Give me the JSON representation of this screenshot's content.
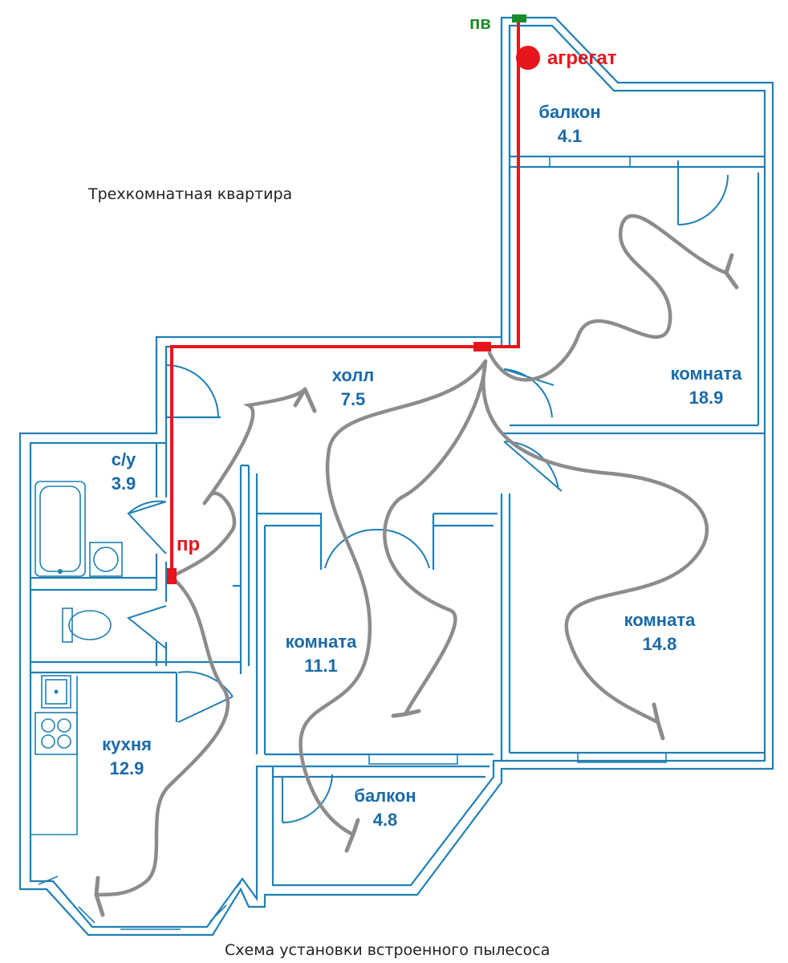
{
  "diagram": {
    "caption_top": "Трехкомнатная квартира",
    "caption_bottom": "Схема установки встроенного пылесоса",
    "markers": {
      "pv": "пв",
      "unit": "агрегат",
      "pr": "пр"
    },
    "rooms": {
      "balcony_top": {
        "name": "балкон",
        "area": "4.1"
      },
      "room_18": {
        "name": "комната",
        "area": "18.9"
      },
      "hall": {
        "name": "холл",
        "area": "7.5"
      },
      "bath": {
        "name": "с/у",
        "area": "3.9"
      },
      "room_11": {
        "name": "комната",
        "area": "11.1"
      },
      "room_14": {
        "name": "комната",
        "area": "14.8"
      },
      "kitchen": {
        "name": "кухня",
        "area": "12.9"
      },
      "balcony_bottom": {
        "name": "балкон",
        "area": "4.8"
      }
    },
    "colors": {
      "walls": "#1f7fb5",
      "labels": "#1a6aa8",
      "pipe": "#e8141b",
      "hose": "#8c8c8c",
      "exhaust": "#1a8a2a"
    }
  }
}
